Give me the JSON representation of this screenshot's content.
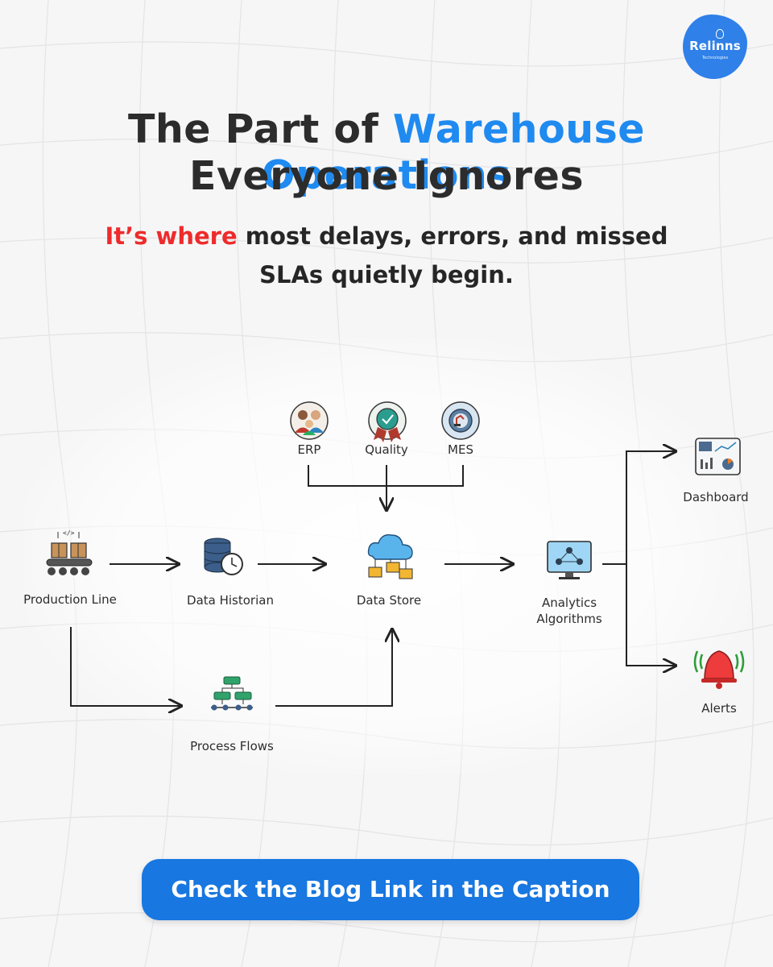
{
  "logo": {
    "brand": "Relinns",
    "tagline": "Technologies"
  },
  "headline": {
    "line1_prefix": "The Part of",
    "line1_accent": "Warehouse Operations",
    "line2": "Everyone Ignores"
  },
  "subheadline": {
    "line1_highlight": "It’s where",
    "line1_rest": "most delays, errors, and missed",
    "line2": "SLAs quietly begin."
  },
  "diagram": {
    "nodes": {
      "erp": "ERP",
      "quality": "Quality",
      "mes": "MES",
      "production_line": "Production Line",
      "data_historian": "Data Historian",
      "data_store": "Data Store",
      "analytics": "Analytics\nAlgorithms",
      "dashboard": "Dashboard",
      "alerts": "Alerts",
      "process_flows": "Process Flows"
    },
    "icons": {
      "production_line": "conveyor-boxes-icon",
      "data_historian": "database-clock-icon",
      "data_store": "cloud-folders-icon",
      "analytics": "monitor-network-icon",
      "dashboard": "dashboard-panel-icon",
      "alerts": "alarm-bell-icon",
      "process_flows": "flowchart-icon",
      "erp": "people-icon",
      "quality": "quality-badge-icon",
      "mes": "gear-robot-icon"
    }
  },
  "cta": {
    "label": "Check the Blog Link in the Caption"
  },
  "colors": {
    "accent_blue": "#1f8af0",
    "highlight_red": "#ee2b2b",
    "button_blue": "#1877e0",
    "title_dark": "#2c2c2c"
  }
}
